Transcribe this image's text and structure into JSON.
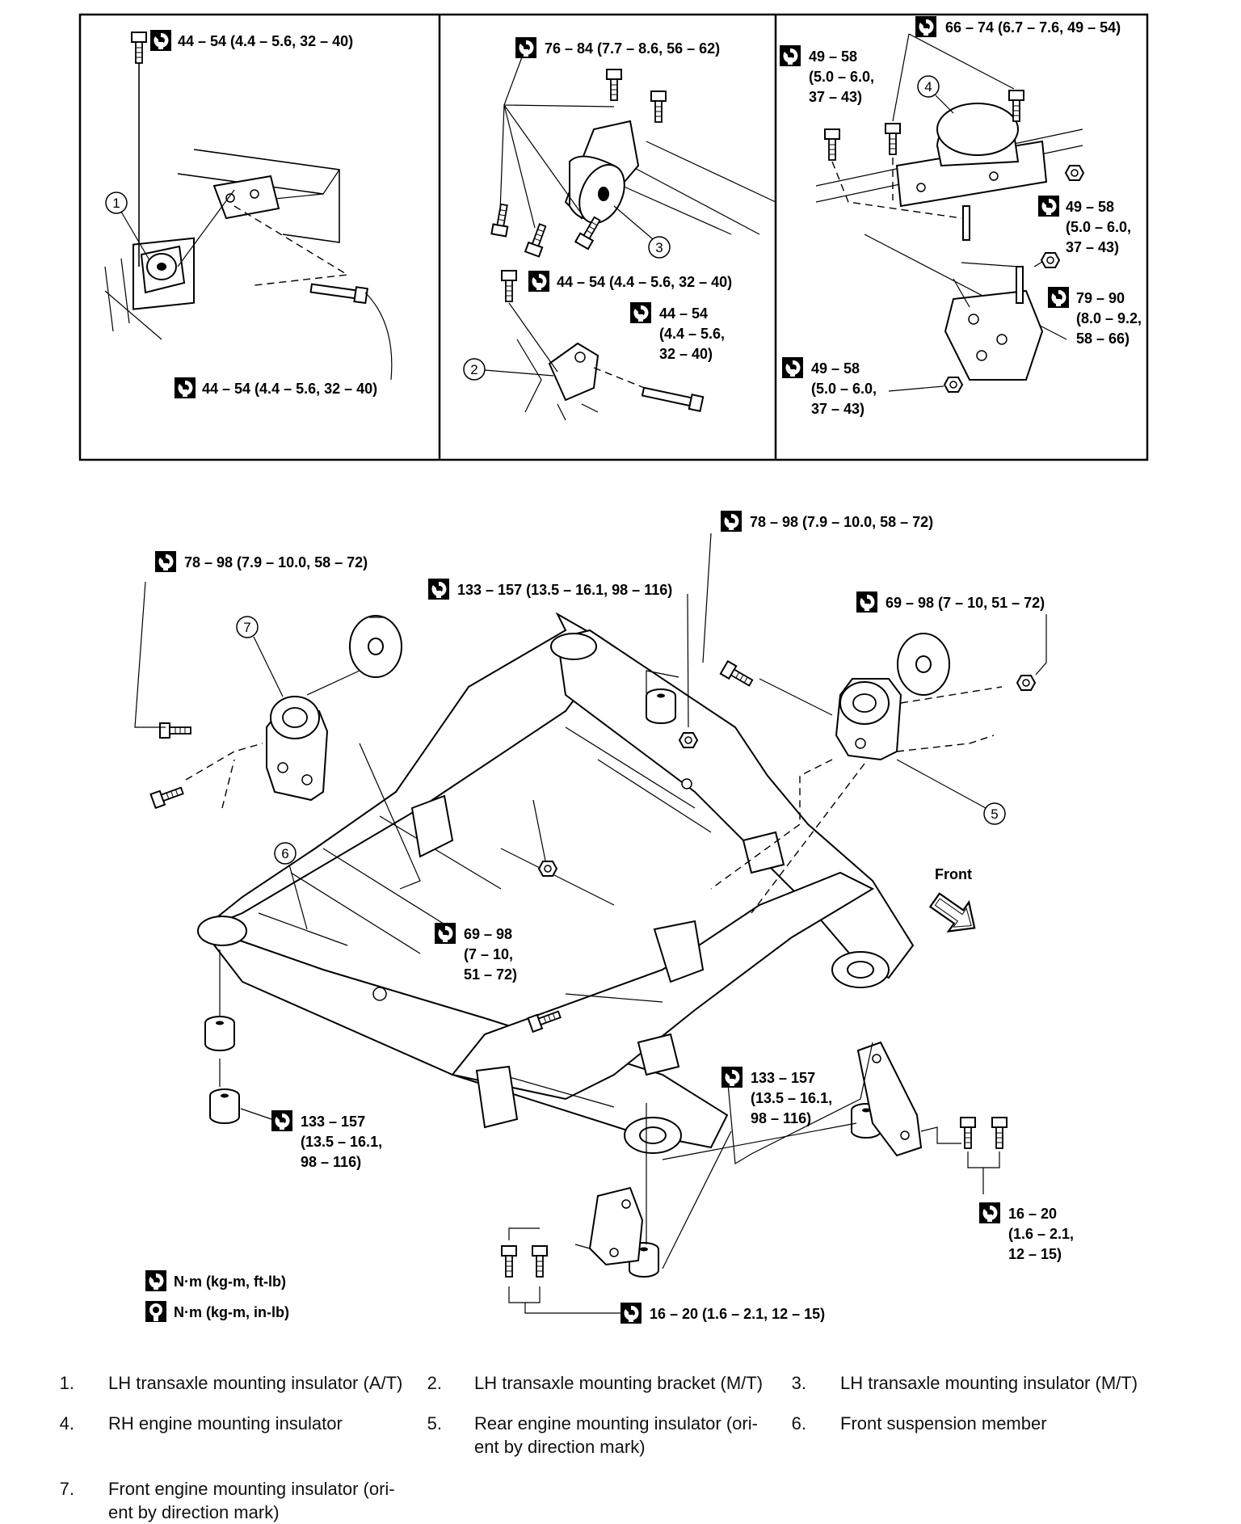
{
  "torque_callouts": [
    {
      "id": "t1",
      "text": "44 – 54 (4.4 – 5.6, 32 – 40)"
    },
    {
      "id": "t2",
      "text": "44 – 54 (4.4 – 5.6, 32 – 40)"
    },
    {
      "id": "t3",
      "text": "76 – 84 (7.7 – 8.6, 56 – 62)"
    },
    {
      "id": "t4",
      "text": "44 – 54 (4.4 – 5.6, 32 – 40)"
    },
    {
      "id": "t5",
      "lines": [
        "44 – 54",
        "(4.4 – 5.6,",
        "32 – 40)"
      ]
    },
    {
      "id": "t6",
      "text": "66 – 74 (6.7 – 7.6, 49 – 54)"
    },
    {
      "id": "t7",
      "lines": [
        "49 – 58",
        "(5.0 – 6.0,",
        "37 – 43)"
      ]
    },
    {
      "id": "t8",
      "lines": [
        "49 – 58",
        "(5.0 – 6.0,",
        "37 – 43)"
      ]
    },
    {
      "id": "t9",
      "lines": [
        "79 – 90",
        "(8.0 – 9.2,",
        "58 – 66)"
      ]
    },
    {
      "id": "t10",
      "lines": [
        "49 – 58",
        "(5.0 – 6.0,",
        "37 – 43)"
      ]
    },
    {
      "id": "t11",
      "text": "78 – 98 (7.9 – 10.0, 58 – 72)"
    },
    {
      "id": "t12",
      "text": "78 – 98 (7.9 – 10.0, 58 – 72)"
    },
    {
      "id": "t13",
      "text": "133 – 157 (13.5 – 16.1, 98 – 116)"
    },
    {
      "id": "t14",
      "text": "69 – 98 (7 – 10, 51 – 72)"
    },
    {
      "id": "t15",
      "lines": [
        "69 – 98",
        "(7 – 10,",
        "51 – 72)"
      ]
    },
    {
      "id": "t16",
      "lines": [
        "133 – 157",
        "(13.5 – 16.1,",
        "98 – 116)"
      ]
    },
    {
      "id": "t17",
      "lines": [
        "133 – 157",
        "(13.5 – 16.1,",
        "98 – 116)"
      ]
    },
    {
      "id": "t18",
      "lines": [
        "16 – 20",
        "(1.6 – 2.1,",
        "12 – 15)"
      ]
    },
    {
      "id": "t19",
      "text": "16 – 20 (1.6 – 2.1, 12 – 15)"
    }
  ],
  "part_callouts": [
    "1",
    "2",
    "3",
    "4",
    "5",
    "6",
    "7"
  ],
  "front_label": "Front",
  "units_key": {
    "nm_kgm_ftlb": "N·m (kg-m, ft-lb)",
    "nm_kgm_inlb": "N·m (kg-m, in-lb)"
  },
  "legend": [
    {
      "num": "1.",
      "lines": [
        "LH transaxle mounting insulator (A/T)"
      ]
    },
    {
      "num": "2.",
      "lines": [
        "LH transaxle mounting bracket (M/T)"
      ]
    },
    {
      "num": "3.",
      "lines": [
        "LH transaxle mounting insulator (M/T)"
      ]
    },
    {
      "num": "4.",
      "lines": [
        "RH engine mounting insulator"
      ]
    },
    {
      "num": "5.",
      "lines": [
        "Rear engine mounting insulator (ori-",
        "ent by direction mark)"
      ]
    },
    {
      "num": "6.",
      "lines": [
        "Front suspension member"
      ]
    },
    {
      "num": "7.",
      "lines": [
        "Front engine mounting insulator (ori-",
        "ent by direction mark)"
      ]
    }
  ]
}
